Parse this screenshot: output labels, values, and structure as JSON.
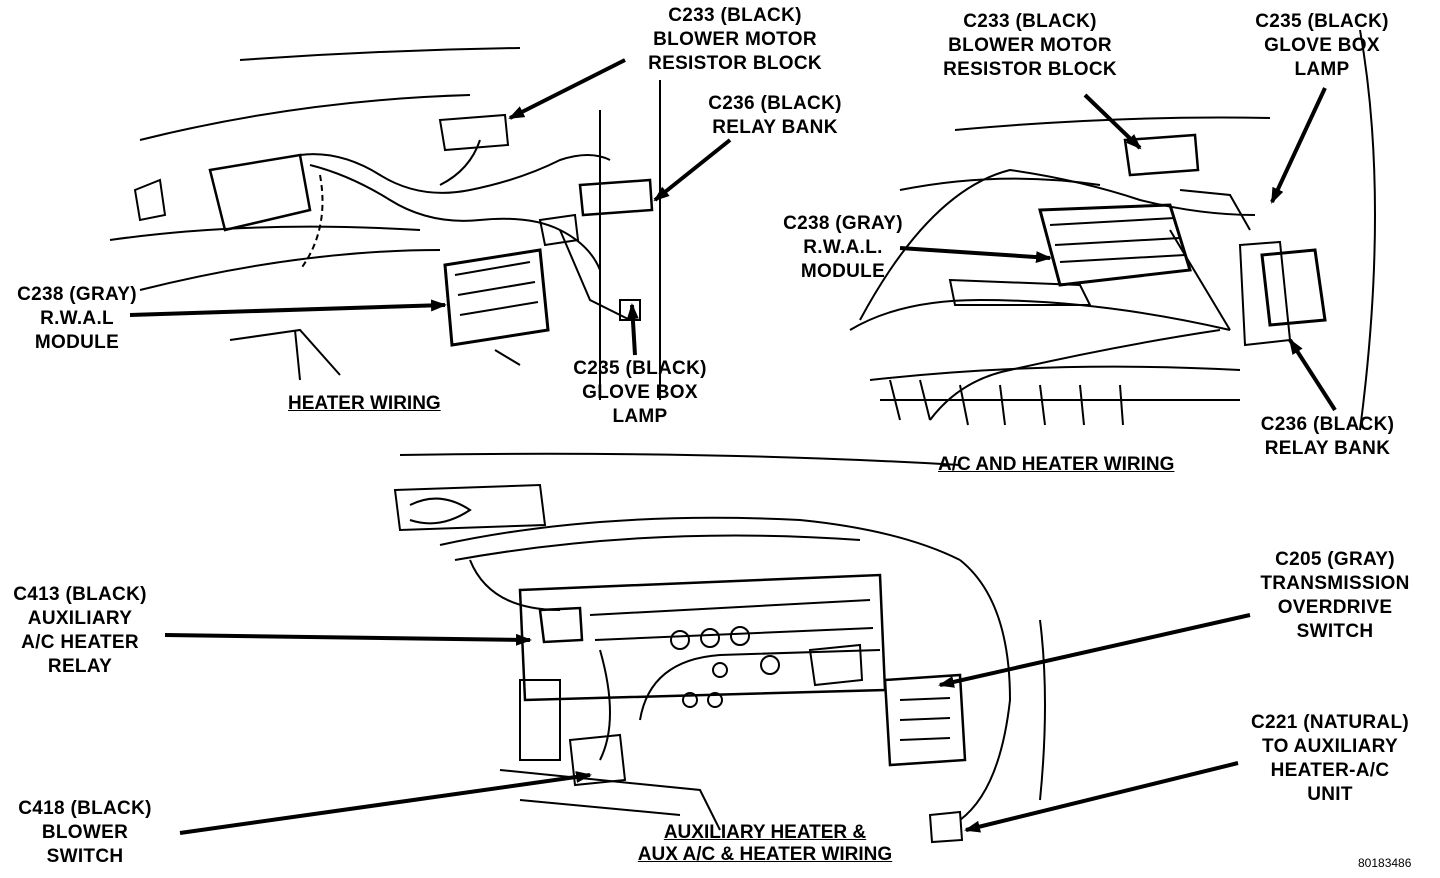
{
  "top_left": {
    "caption": "HEATER WIRING",
    "callouts": {
      "c233": [
        "C233 (BLACK)",
        "BLOWER MOTOR",
        "RESISTOR BLOCK"
      ],
      "c236": [
        "C236 (BLACK)",
        "RELAY BANK"
      ],
      "c238": [
        "C238 (GRAY)",
        "R.W.A.L",
        "MODULE"
      ],
      "c235": [
        "C235 (BLACK)",
        "GLOVE BOX",
        "LAMP"
      ]
    }
  },
  "top_right": {
    "caption": "A/C AND HEATER WIRING",
    "callouts": {
      "c233": [
        "C233 (BLACK)",
        "BLOWER MOTOR",
        "RESISTOR BLOCK"
      ],
      "c235": [
        "C235 (BLACK)",
        "GLOVE BOX",
        "LAMP"
      ],
      "c238": [
        "C238 (GRAY)",
        "R.W.A.L.",
        "MODULE"
      ],
      "c236": [
        "C236 (BLACK)",
        "RELAY BANK"
      ]
    }
  },
  "bottom": {
    "caption": [
      "AUXILIARY HEATER &",
      "AUX A/C & HEATER WIRING"
    ],
    "callouts": {
      "c413": [
        "C413 (BLACK)",
        "AUXILIARY",
        "A/C HEATER",
        "RELAY"
      ],
      "c418": [
        "C418 (BLACK)",
        "BLOWER",
        "SWITCH"
      ],
      "c205": [
        "C205 (GRAY)",
        "TRANSMISSION",
        "OVERDRIVE",
        "SWITCH"
      ],
      "c221": [
        "C221 (NATURAL)",
        "TO AUXILIARY",
        "HEATER-A/C",
        "UNIT"
      ]
    }
  },
  "figure_id": "80183486"
}
